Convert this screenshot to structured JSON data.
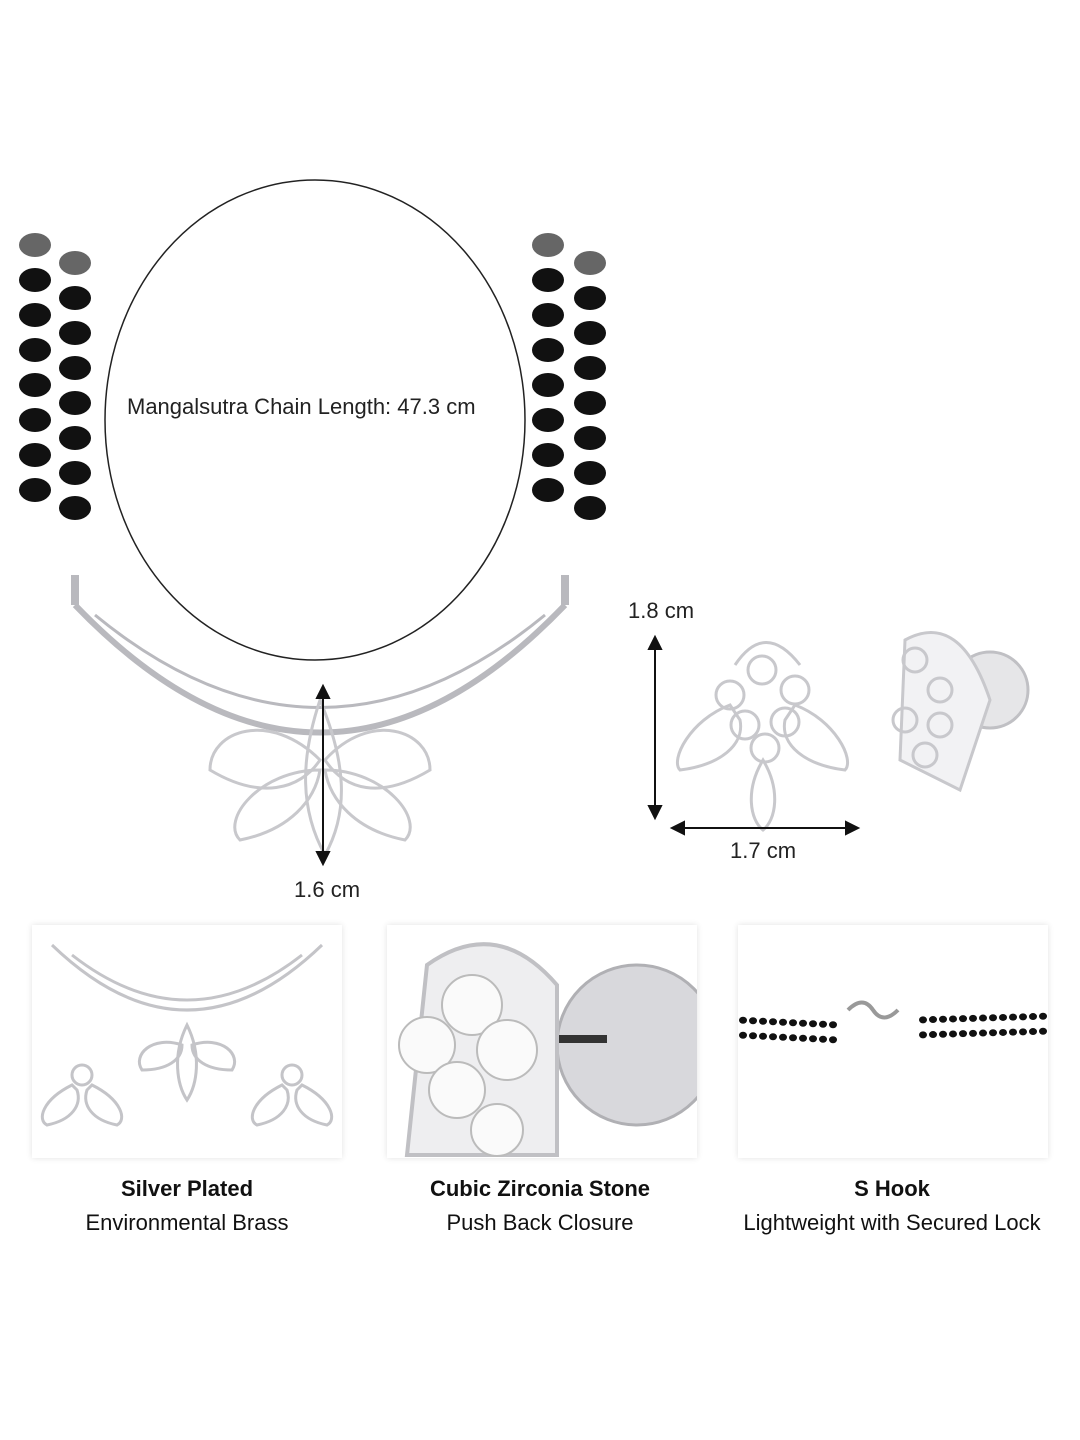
{
  "main": {
    "chain_length_label": "Mangalsutra Chain Length: 47.3 cm",
    "pendant_height_label": "1.6 cm",
    "earring_height_label": "1.8 cm",
    "earring_width_label": "1.7 cm"
  },
  "features": [
    {
      "title": "Silver Plated",
      "subtitle": "Environmental Brass"
    },
    {
      "title": "Cubic Zirconia Stone",
      "subtitle": "Push Back Closure"
    },
    {
      "title": "S Hook",
      "subtitle": "Lightweight with Secured Lock"
    }
  ],
  "colors": {
    "bead": "#111111",
    "silver": "#c8c8cc",
    "line": "#222222"
  }
}
